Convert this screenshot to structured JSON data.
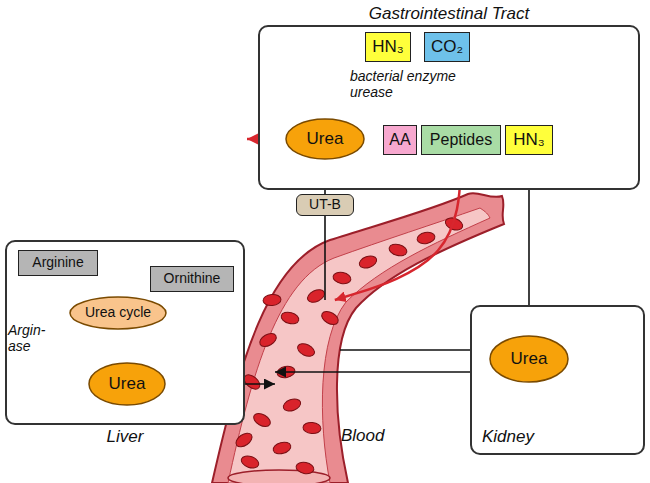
{
  "diagram": {
    "nodes": [
      {
        "text": [
          "Gastrointestinal Tract"
        ]
      },
      {
        "text": [
          "HN₃"
        ],
        "in": 0
      },
      {
        "text": [
          "CO₂"
        ],
        "in": 0
      },
      {
        "text": [
          "Urea"
        ],
        "in": 0
      },
      {
        "text": [
          "AA"
        ],
        "in": 0
      },
      {
        "text": [
          "Peptides"
        ],
        "in": 0
      },
      {
        "text": [
          "HN₃"
        ],
        "in": 0
      },
      {
        "text": [
          "UT-B"
        ]
      },
      {
        "text": [
          "Liver"
        ]
      },
      {
        "text": [
          "Arginine"
        ],
        "in": 8
      },
      {
        "text": [
          "Ornithine"
        ],
        "in": 8
      },
      {
        "text": [
          "Urea cycle"
        ],
        "in": 8
      },
      {
        "text": [
          "Urea"
        ],
        "in": 8
      },
      {
        "text": [
          "Blood"
        ]
      },
      {
        "text": [
          "Kidney"
        ]
      },
      {
        "text": [
          "Urea"
        ],
        "in": 14
      }
    ],
    "edges": [
      {
        "from": 3,
        "to": 1,
        "arrow": "to"
      },
      {
        "from": 2,
        "to": 6,
        "arrow": "to"
      },
      {
        "from": 5,
        "to": 13,
        "arrow": "to"
      },
      {
        "from": 6,
        "to": 15,
        "arrow": "to"
      },
      {
        "from": 12,
        "to": 13,
        "arrow": "to"
      },
      {
        "from": 13,
        "to": 15,
        "arrow": "to"
      },
      {
        "from": 15,
        "to": 13,
        "arrow": "to"
      },
      {
        "from": 13,
        "to": 7,
        "arrow": "none"
      },
      {
        "from": 7,
        "to": 3,
        "arrow": "to"
      },
      {
        "from": 9,
        "to": 10,
        "arrow": "to"
      },
      {
        "from": 9,
        "to": 12,
        "arrow": "to"
      }
    ],
    "labels": [
      "bacterial enzyme urease",
      "Argin- ase"
    ]
  }
}
